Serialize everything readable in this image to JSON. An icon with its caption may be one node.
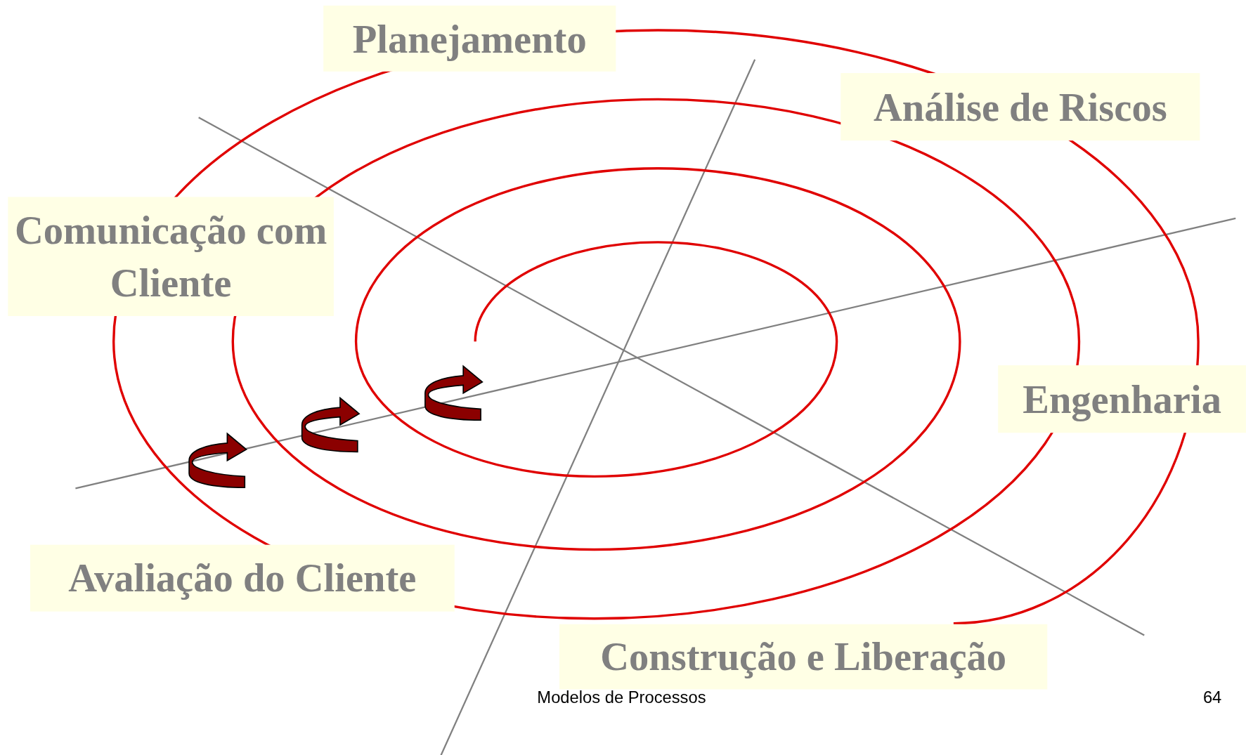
{
  "diagram": {
    "nodes": [
      {
        "text": [
          "Planejamento"
        ]
      },
      {
        "text": [
          "Análise de Riscos"
        ]
      },
      {
        "text": [
          "Comunicação com Cliente"
        ]
      },
      {
        "text": [
          "Engenharia"
        ]
      },
      {
        "text": [
          "Avaliação do Cliente"
        ]
      },
      {
        "text": [
          "Construção e Liberação"
        ]
      }
    ],
    "edges": [],
    "labels": [
      "Modelos de Processos",
      "64"
    ]
  }
}
